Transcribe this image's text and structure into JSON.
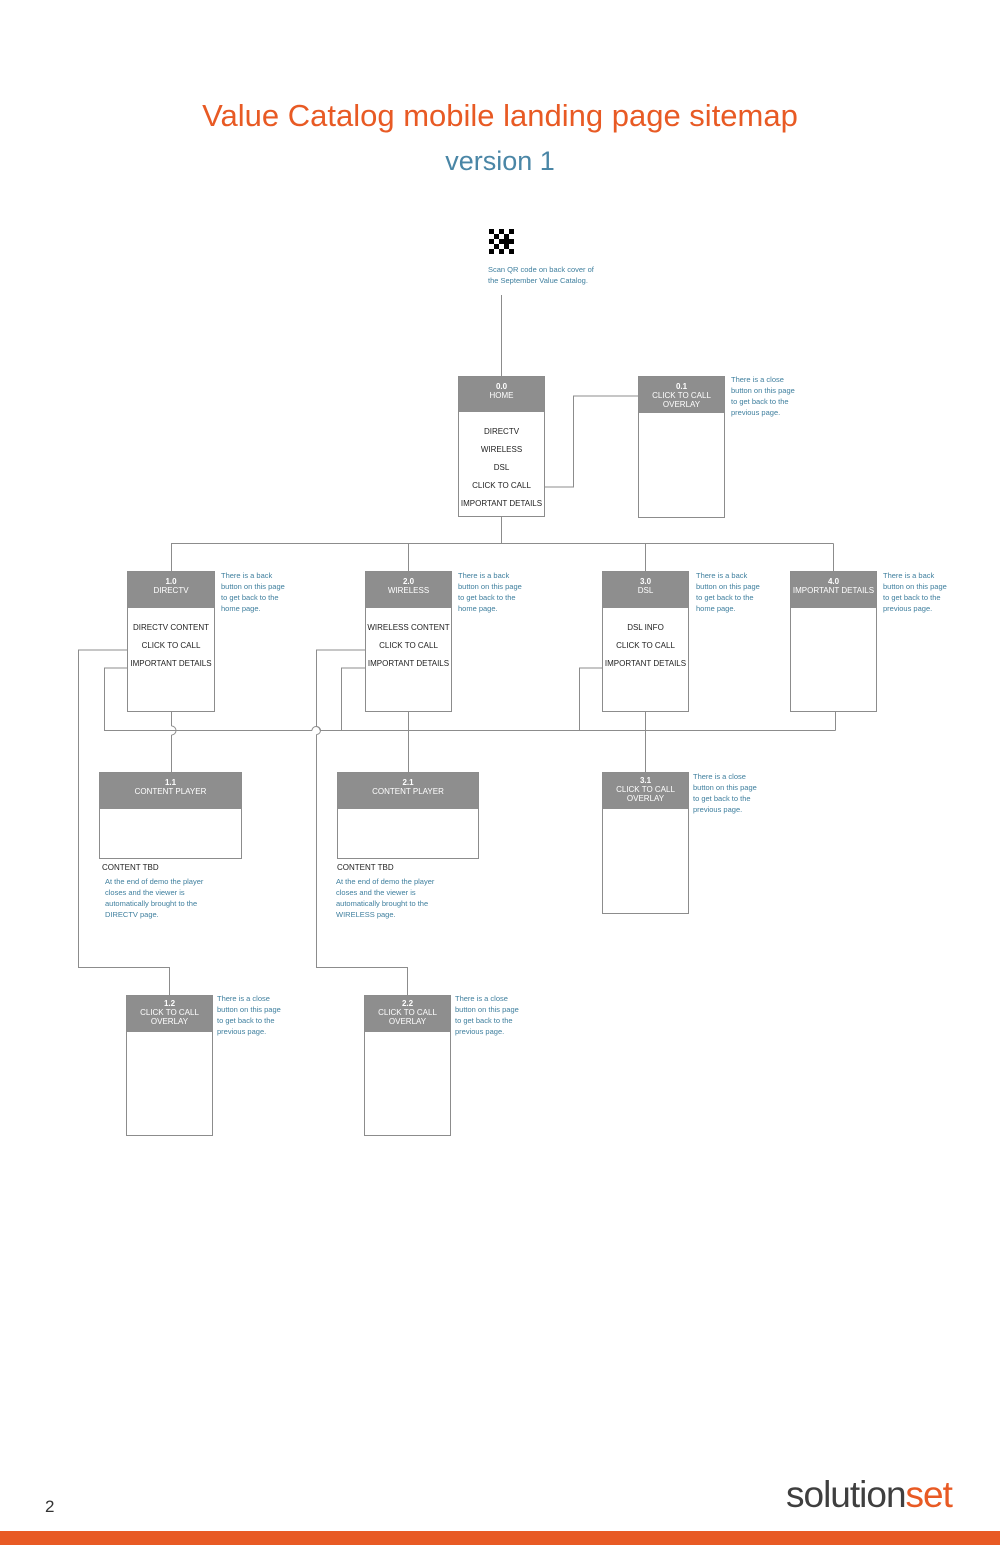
{
  "title": "Value Catalog mobile landing page sitemap",
  "subtitle": "version 1",
  "qr_note": "Scan QR code on back cover of the September Value Catalog.",
  "nodes": {
    "home": {
      "id": "0.0",
      "name": "HOME",
      "items": [
        "DIRECTV",
        "WIRELESS",
        "DSL",
        "CLICK TO CALL",
        "IMPORTANT DETAILS"
      ]
    },
    "ctc_home": {
      "id": "0.1",
      "name": "CLICK TO CALL OVERLAY",
      "note": "There is a close button on this page to get back to the previous page."
    },
    "directv": {
      "id": "1.0",
      "name": "DIRECTV",
      "items": [
        "DIRECTV CONTENT",
        "CLICK TO CALL",
        "IMPORTANT DETAILS"
      ],
      "note": "There is a back button on this page to get back to the home page."
    },
    "wireless": {
      "id": "2.0",
      "name": "WIRELESS",
      "items": [
        "WIRELESS CONTENT",
        "CLICK TO CALL",
        "IMPORTANT DETAILS"
      ],
      "note": "There is a back button on this page to get back to the home page."
    },
    "dsl": {
      "id": "3.0",
      "name": "DSL",
      "items": [
        "DSL INFO",
        "CLICK TO CALL",
        "IMPORTANT DETAILS"
      ],
      "note": "There is a back button on this page to get back to the home page."
    },
    "important": {
      "id": "4.0",
      "name": "IMPORTANT DETAILS",
      "note": "There is a back button on this page to get back to the previous page."
    },
    "player1": {
      "id": "1.1",
      "name": "CONTENT PLAYER",
      "content_label": "CONTENT TBD",
      "note": "At the end of demo the player closes and the viewer is automatically brought to the DIRECTV page."
    },
    "player2": {
      "id": "2.1",
      "name": "CONTENT PLAYER",
      "content_label": "CONTENT TBD",
      "note": "At the end of demo the player closes and the viewer is automatically brought to the WIRELESS page."
    },
    "ctc_dsl": {
      "id": "3.1",
      "name": "CLICK TO CALL OVERLAY",
      "note": "There is a close button on this page to get back to the previous page."
    },
    "ctc_directv": {
      "id": "1.2",
      "name": "CLICK TO CALL OVERLAY",
      "note": "There is a close button on this page to get back to the previous page."
    },
    "ctc_wireless": {
      "id": "2.2",
      "name": "CLICK TO CALL OVERLAY",
      "note": "There is a close button on this page to get back to the previous page."
    }
  },
  "page_number": "2",
  "logo": {
    "part1": "solution",
    "part2": "set"
  },
  "colors": {
    "accent_orange": "#e85a24",
    "note_blue": "#3f7f9e",
    "header_gray": "#8e8e8e",
    "line_gray": "#8c8c8c"
  }
}
